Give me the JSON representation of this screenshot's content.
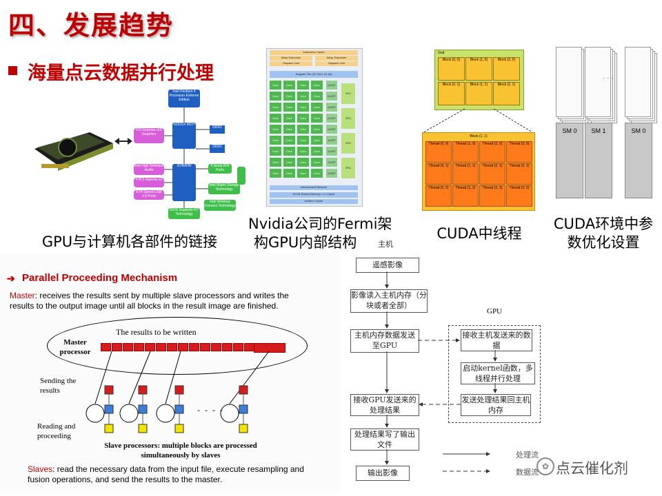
{
  "page": {
    "title": "四、发展趋势",
    "subtitle": "海量点云数据并行处理"
  },
  "captions": {
    "gpu_link": "GPU与计算机各部件的链接",
    "fermi_1": "Nvidia公司的Fermi架",
    "fermi_2": "构GPU内部结构",
    "cuda_thread": "CUDA中线程",
    "cuda_env_1": "CUDA环境中参",
    "cuda_env_2": "数优化设置"
  },
  "motherboard": {
    "blocks": [
      "Intel Pentium 4 Processor Extreme Edition",
      "PCI Express x16 Graphics",
      "82925X MCH",
      "DDR2",
      "DDR2",
      "ICH6R/W",
      "Intel High Definition Audio",
      "4 PCI Express x1",
      "8 Hi-Speed USB 2.0 Ports",
      "4 Serial ATA Ports",
      "Intel Matrix Storage Technology",
      "Intel Wireless Connect Technology",
      "BIOS Supports HT Technology"
    ]
  },
  "fermi": {
    "top": [
      "Instruction Cache",
      "Warp Scheduler",
      "Warp Scheduler",
      "Dispatch Unit",
      "Dispatch Unit",
      "Register File (32,768 x 32-bit)"
    ],
    "core_label": "Core",
    "ldst_label": "LD/ST",
    "sfu_label": "SFU",
    "bottom": [
      "Interconnect Network",
      "64 KB Shared Memory / L1 Cache",
      "Uniform Cache"
    ]
  },
  "cuda_grid": {
    "grid_label": "Grid",
    "blocks": [
      "Block (0, 0)",
      "Block (1, 0)",
      "Block (2, 0)",
      "Block (0, 1)",
      "Block (1, 1)",
      "Block (2, 1)"
    ],
    "zoom_label": "Block (1, 1)",
    "threads": [
      "Thread (0, 0)",
      "Thread (1, 0)",
      "Thread (2, 0)",
      "Thread (3, 0)",
      "Thread (0, 1)",
      "Thread (1, 1)",
      "Thread (2, 1)",
      "Thread (3, 1)",
      "Thread (0, 2)",
      "Thread (1, 2)",
      "Thread (2, 2)",
      "Thread (3, 2)"
    ]
  },
  "cuda_env": {
    "sm_labels": [
      "SM 0",
      "SM 1",
      "SM 0"
    ],
    "ellipsis": "· · ·"
  },
  "parallel": {
    "heading": "Parallel Proceeding Mechanism",
    "master_key": "Master",
    "master_text": ": receives the results sent by multiple slave processors and writes the results to the output image until all blocks in the result image are finished.",
    "results_label": "The results to be written",
    "master_proc": "Master processor",
    "sending": "Sending the results",
    "reading": "Reading and proceeding",
    "slave_caption": "Slave processors: multiple blocks are processed simultaneously by slaves",
    "dashes": "- - - -",
    "slaves_key": "Slaves",
    "slaves_text": ": read the necessary data from the input file, execute resampling and fusion operations, and send the results to the master."
  },
  "flow": {
    "host_label": "主机",
    "gpu_label": "GPU",
    "n1": "遥感影像",
    "n2": "影像读入主机内存（分块或者全部）",
    "n3": "主机内存数据发送至GPU",
    "n4": "接收主机发送来的数据",
    "n5": "启动kernel函数，多线程并行处理",
    "n6": "发送处理结果回主机内存",
    "n7": "接收GPU发送来的处理结果",
    "n8": "处理结果写了输出文件",
    "n9": "输出影像",
    "legend1": "处理流",
    "legend2": "数据流"
  },
  "watermark": "点云催化剂"
}
